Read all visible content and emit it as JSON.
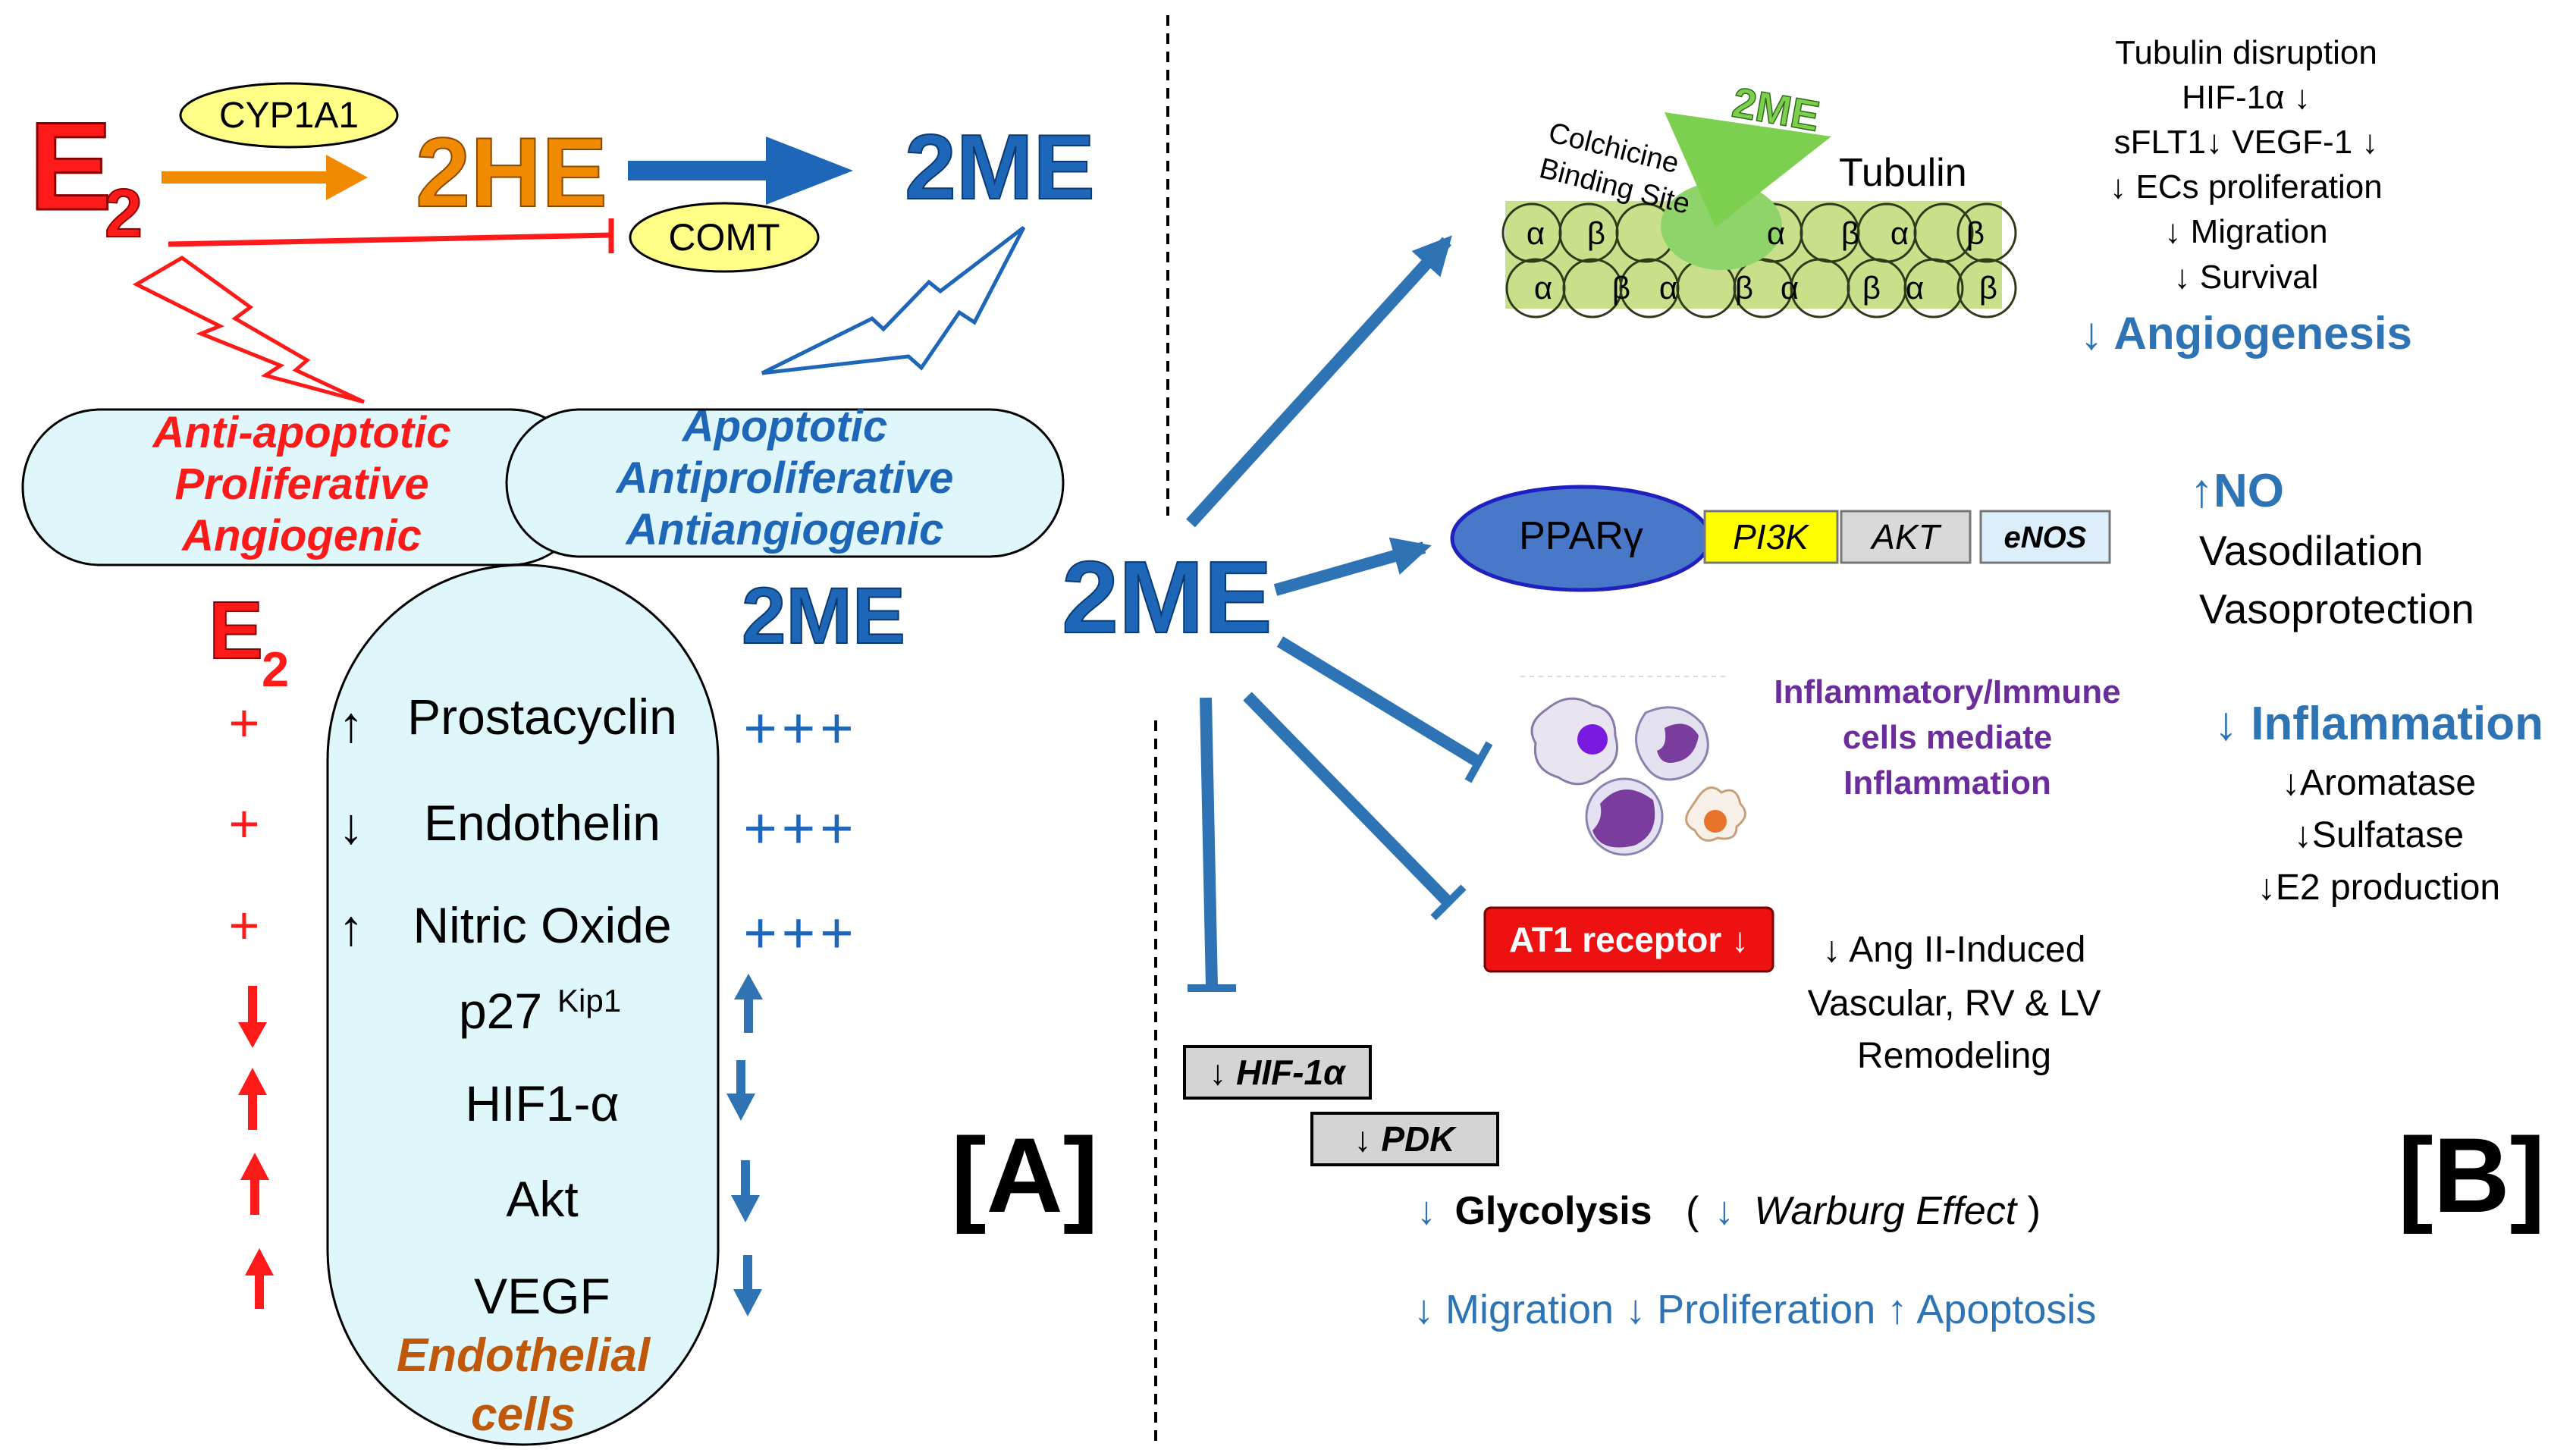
{
  "colors": {
    "red": "#ff1a1a",
    "orange": "#f08a00",
    "blue": "#1e66b8",
    "dark_blue": "#17538f",
    "purple": "#6b2d9c",
    "brown_orange": "#c0580a",
    "cyan_fill": "#dff6fb",
    "yellow_fill": "#ffff88",
    "pparg_fill": "#4a78c8",
    "pi3k_fill": "#ffff00",
    "gray_fill": "#d9d9d9",
    "enos_fill": "#dbeefa",
    "at1_fill": "#ee1111"
  },
  "panel_a": {
    "e2": "E",
    "e2_sub": "2",
    "cyp1a1": "CYP1A1",
    "two_he": "2HE",
    "two_me": "2ME",
    "comt": "COMT",
    "left_oval": [
      "Anti-apoptotic",
      "Proliferative",
      "Angiogenic"
    ],
    "right_oval": [
      "Apoptotic",
      "Antiproliferative",
      "Antiangiogenic"
    ],
    "col_e2": "E",
    "col_e2_sub": "2",
    "col_2me": "2ME",
    "rows": [
      {
        "label": "Prostacyclin",
        "inner": "↑",
        "e2": "+",
        "me": "+++"
      },
      {
        "label": "Endothelin",
        "inner": "↓",
        "e2": "+",
        "me": "+++"
      },
      {
        "label": "Nitric Oxide",
        "inner": "↑",
        "e2": "+",
        "me": "+++"
      },
      {
        "label": "p27",
        "sup": "Kip1",
        "e2_arrow": "down",
        "me_arrow": "up"
      },
      {
        "label": "HIF1-α",
        "e2_arrow": "up",
        "me_arrow": "down"
      },
      {
        "label": "Akt",
        "e2_arrow": "up",
        "me_arrow": "down"
      },
      {
        "label": "VEGF",
        "e2_arrow": "up",
        "me_arrow": "down"
      }
    ],
    "cell_label": [
      "Endothelial",
      "cells"
    ],
    "tag": "[A]"
  },
  "panel_b": {
    "center": "2ME",
    "tubulin": {
      "ligand": "2ME",
      "site": [
        "Colchicine",
        "Binding Site"
      ],
      "title": "Tubulin",
      "subunits_top": [
        "α",
        "β",
        "α",
        "β",
        "α",
        "β"
      ],
      "subunits_bottom": [
        "α",
        "β",
        "α",
        "β",
        "α",
        "β",
        "α",
        "β"
      ],
      "effects": [
        "Tubulin disruption",
        "HIF-1α ↓",
        "sFLT1↓ VEGF-1 ↓",
        "↓ ECs proliferation",
        "↓ Migration",
        "↓ Survival"
      ],
      "outcome": "↓ Angiogenesis"
    },
    "pathway": {
      "boxes": [
        "PPARγ",
        "PI3K",
        "AKT",
        "eNOS"
      ],
      "effects": [
        "↑NO",
        "Vasodilation",
        "Vasoprotection"
      ]
    },
    "immune": {
      "label": [
        "Inflammatory/Immune",
        "cells mediate",
        "Inflammation"
      ],
      "outcome": "↓ Inflammation",
      "effects": [
        "↓Aromatase",
        "↓Sulfatase",
        "↓E2 production"
      ]
    },
    "at1": {
      "box": "AT1 receptor ↓",
      "effects": [
        "↓ Ang II-Induced",
        "Vascular,  RV & LV",
        "Remodeling"
      ]
    },
    "hif_box": "↓ HIF-1α",
    "pdk_box": "↓ PDK",
    "glycolysis": {
      "arrow": "↓",
      "text": "Glycolysis",
      "paren_open": "(",
      "paren_arrow": "↓",
      "warburg": "Warburg Effect",
      "paren_close": ")"
    },
    "final": "↓ Migration ↓ Proliferation ↑ Apoptosis",
    "tag": "[B]"
  }
}
